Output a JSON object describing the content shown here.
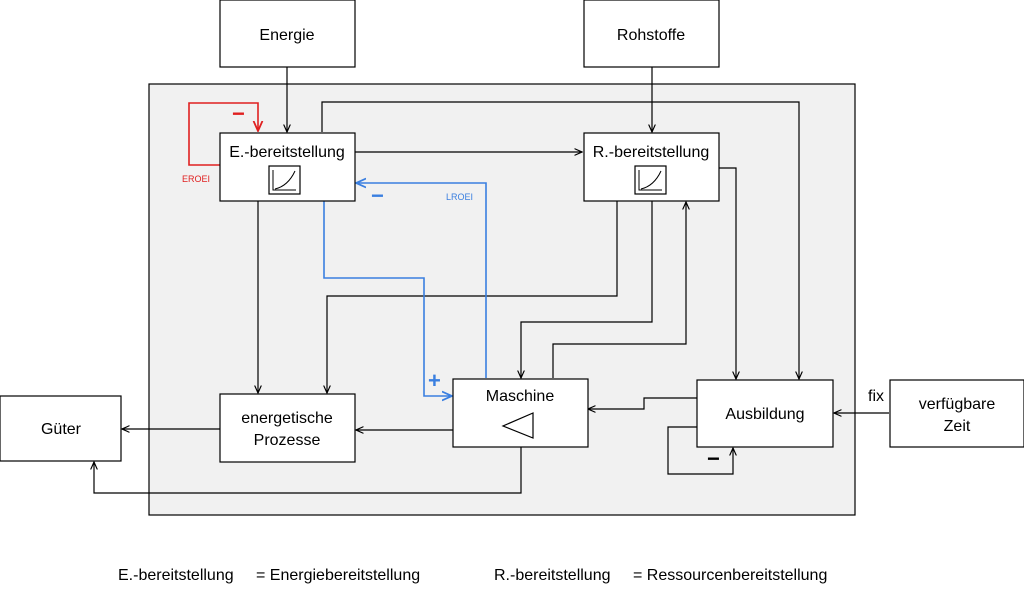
{
  "nodes": {
    "energie": "Energie",
    "rohstoffe": "Rohstoffe",
    "e_bereitstellung": "E.-bereitstellung",
    "r_bereitstellung": "R.-bereitstellung",
    "maschine": "Maschine",
    "energetische_prozesse_line1": "energetische",
    "energetische_prozesse_line2": "Prozesse",
    "ausbildung": "Ausbildung",
    "gueter": "Güter",
    "verfuegbare_zeit_line1": "verfügbare",
    "verfuegbare_zeit_line2": "Zeit"
  },
  "annotations": {
    "eroei": "EROEI",
    "lroei": "LROEI",
    "fix": "fix",
    "minus_eroei": "−",
    "minus_lroei": "−",
    "plus_maschine": "+",
    "minus_ausbildung": "−"
  },
  "legend": {
    "e_term": "E.-bereitstellung",
    "e_def": "= Energiebereitstellung",
    "r_term": "R.-bereitstellung",
    "r_def": "= Ressourcenbereitstellung"
  },
  "colors": {
    "panel": "#f1f1f1",
    "eroei_loop": "#e02020",
    "lroei_loop": "#3a7fe0"
  },
  "icons": {
    "growth_curve": "exponential-growth-icon",
    "amplifier": "triangle-icon"
  }
}
